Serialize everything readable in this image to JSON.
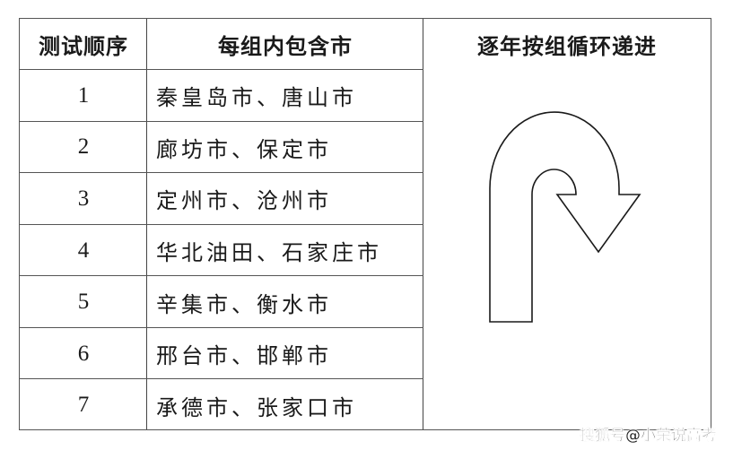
{
  "table": {
    "headers": [
      "测试顺序",
      "每组内包含市",
      "逐年按组循环递进"
    ],
    "rows": [
      {
        "order": "1",
        "cities": "秦皇岛市、唐山市"
      },
      {
        "order": "2",
        "cities": "廊坊市、保定市"
      },
      {
        "order": "3",
        "cities": "定州市、沧州市"
      },
      {
        "order": "4",
        "cities": "华北油田、石家庄市"
      },
      {
        "order": "5",
        "cities": "辛集市、衡水市"
      },
      {
        "order": "6",
        "cities": "邢台市、邯郸市"
      },
      {
        "order": "7",
        "cities": "承德市、张家口市"
      }
    ],
    "side_icon": "u-turn-arrow-icon"
  },
  "watermark": "搜狐号@小荣说高考",
  "colors": {
    "border": "#555555",
    "text": "#1a1a1a",
    "background": "#ffffff"
  }
}
